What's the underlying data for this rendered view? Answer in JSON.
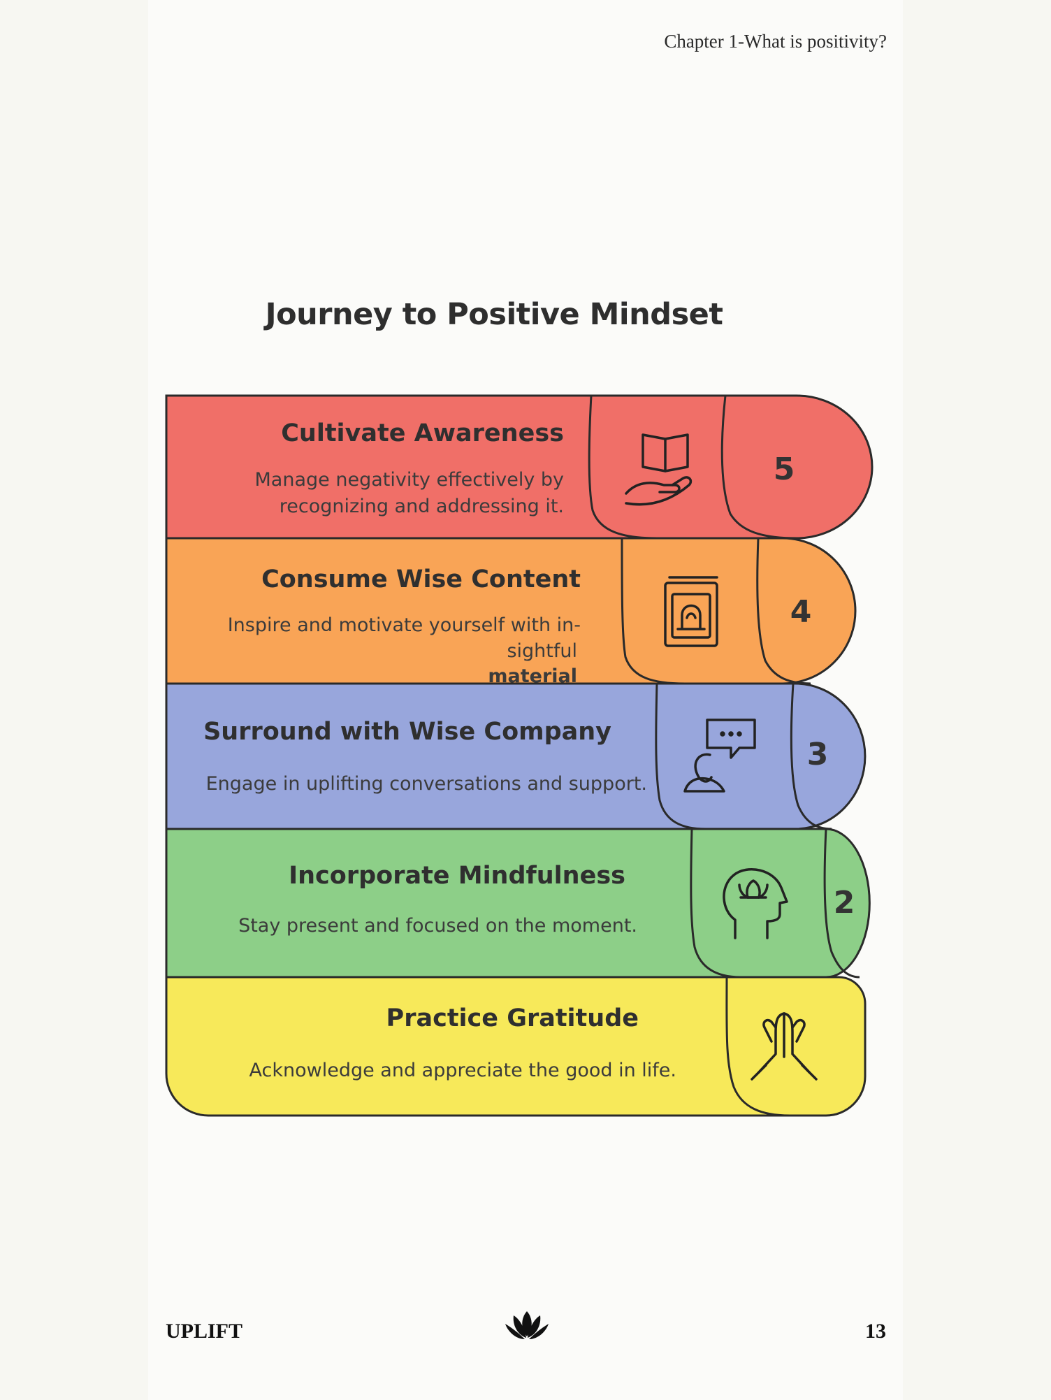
{
  "running_head": "Chapter 1-What is positivity?",
  "diagram": {
    "title": "Journey to Positive Mindset",
    "steps": [
      {
        "number": "5",
        "title": "Cultivate Awareness",
        "desc_lines": [
          "Manage negativity effectively by",
          "recognizing and addressing it."
        ],
        "icon": "open-book-in-hand-icon",
        "color": "#f06f68"
      },
      {
        "number": "4",
        "title": "Consume Wise Content",
        "desc_lines": [
          "Inspire and motivate yourself with in-",
          "sightful",
          "material"
        ],
        "icon": "book-with-head-icon",
        "color": "#f9a456"
      },
      {
        "number": "3",
        "title": "Surround with Wise Company",
        "desc_lines": [
          "Engage in uplifting conversations and support."
        ],
        "icon": "person-speech-bubble-icon",
        "color": "#98a6dc"
      },
      {
        "number": "2",
        "title": "Incorporate Mindfulness",
        "desc_lines": [
          "Stay present and focused on the moment."
        ],
        "icon": "head-with-lotus-icon",
        "color": "#8dcf88"
      },
      {
        "number": "",
        "title": "Practice Gratitude",
        "desc_lines": [
          "Acknowledge and appreciate the good in life."
        ],
        "icon": "praying-hands-icon",
        "color": "#f7e95a"
      }
    ]
  },
  "footer": {
    "left": "UPLIFT",
    "logo": "lotus-icon",
    "page_number": "13"
  }
}
